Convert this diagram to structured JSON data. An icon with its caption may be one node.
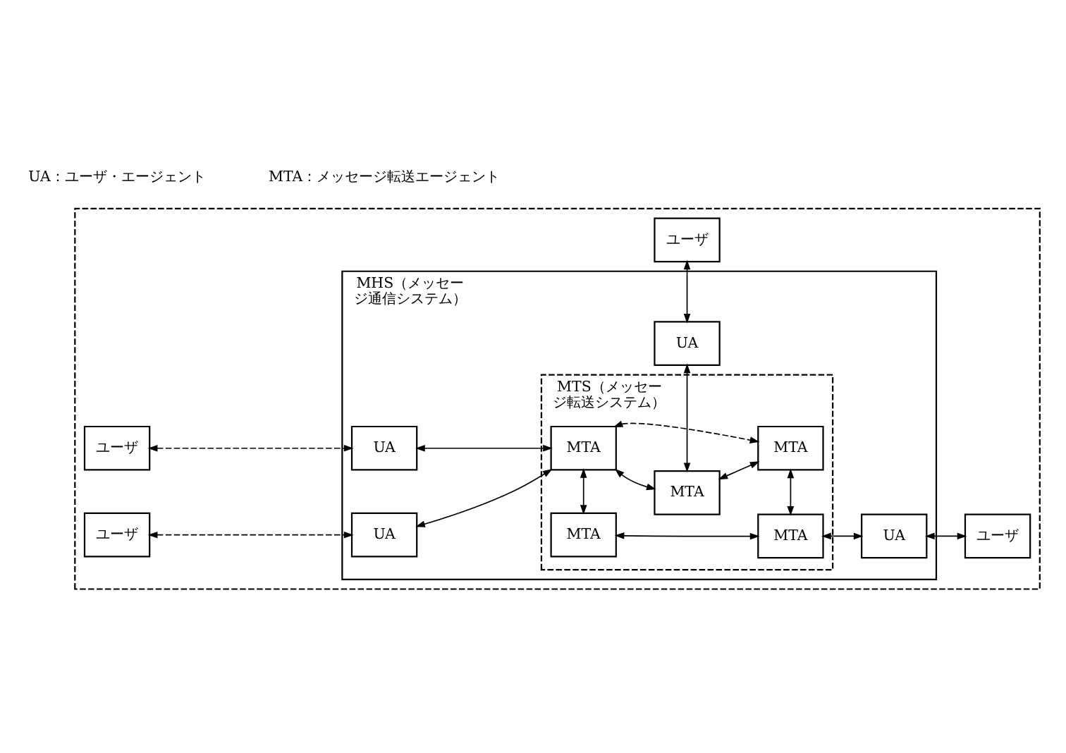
{
  "diagram": {
    "nodes": [
      {
        "text": [],
        "shape": "box"
      },
      {
        "text": [
          "MHS（メッセージ通信システム）"
        ],
        "in": 0
      },
      {
        "text": [
          "MTS（メッセージ転送システム）"
        ],
        "in": 1
      },
      {
        "text": [
          "ユーザ"
        ],
        "in": 0
      },
      {
        "text": [
          "UA"
        ],
        "in": 1
      },
      {
        "text": [
          "MTA"
        ],
        "in": 2
      },
      {
        "text": [
          "ユーザ"
        ],
        "in": 0
      },
      {
        "text": [
          "UA"
        ],
        "in": 1
      },
      {
        "text": [
          "MTA"
        ],
        "in": 2
      },
      {
        "text": [
          "MTA"
        ],
        "in": 2
      },
      {
        "text": [
          "ユーザ"
        ],
        "in": 0
      },
      {
        "text": [
          "UA"
        ],
        "in": 1
      },
      {
        "text": [
          "MTA"
        ],
        "in": 2
      },
      {
        "text": [
          "MTA"
        ],
        "in": 2
      },
      {
        "text": [
          "UA"
        ],
        "in": 1
      },
      {
        "text": [
          "ユーザ"
        ],
        "in": 0
      }
    ],
    "edges": [
      {
        "from": 3,
        "to": 4,
        "arrow": "both"
      },
      {
        "from": 4,
        "to": 5,
        "arrow": "both"
      },
      {
        "from": 6,
        "to": 7,
        "arrow": "both",
        "style": "dashed"
      },
      {
        "from": 7,
        "to": 8,
        "arrow": "both"
      },
      {
        "from": 5,
        "to": 8,
        "arrow": "both"
      },
      {
        "from": 5,
        "to": 9,
        "arrow": "both"
      },
      {
        "from": 8,
        "to": 9,
        "arrow": "both",
        "style": "dashed"
      },
      {
        "from": 10,
        "to": 11,
        "arrow": "both",
        "style": "dashed"
      },
      {
        "from": 11,
        "to": 8,
        "arrow": "both"
      },
      {
        "from": 8,
        "to": 12,
        "arrow": "both"
      },
      {
        "from": 9,
        "to": 13,
        "arrow": "both"
      },
      {
        "from": 12,
        "to": 13,
        "arrow": "both"
      },
      {
        "from": 13,
        "to": 14,
        "arrow": "both"
      },
      {
        "from": 14,
        "to": 15,
        "arrow": "both"
      }
    ],
    "labels": [
      "UA：ユーザ・エージェント",
      "MTA：メッセージ転送エージェント"
    ]
  }
}
